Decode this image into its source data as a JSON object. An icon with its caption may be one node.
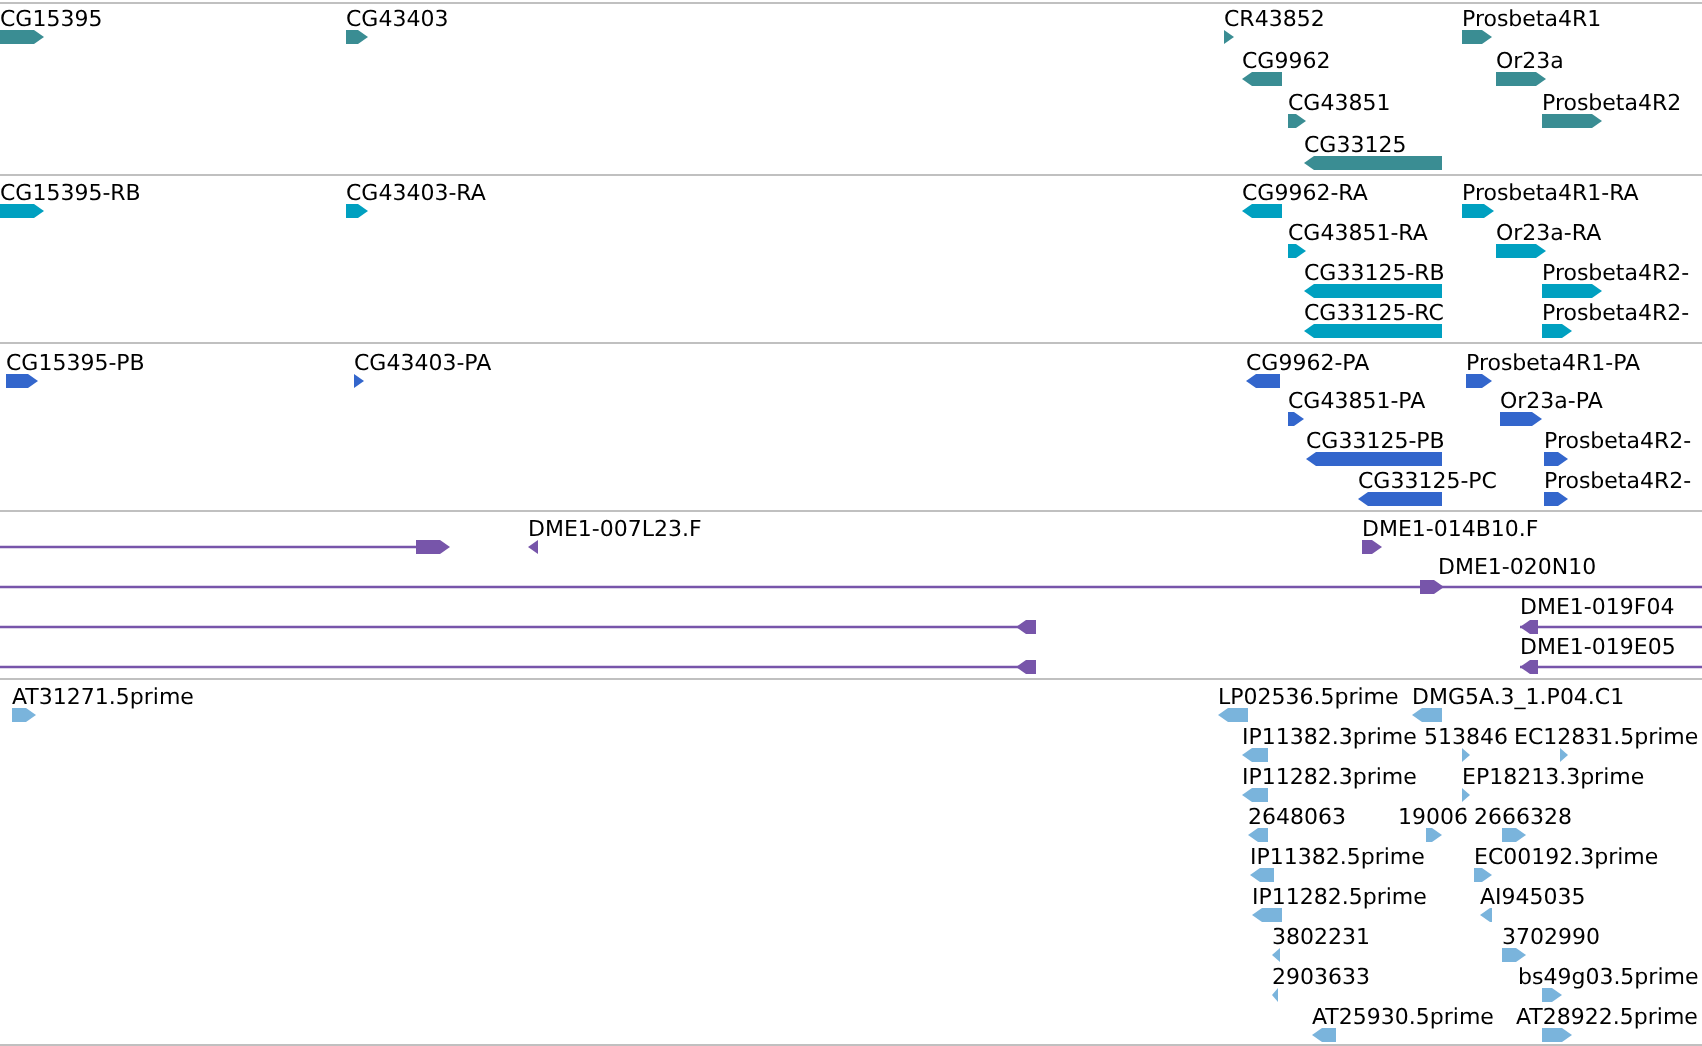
{
  "diagram": {
    "labels": [
      "CG15395",
      "CG43403",
      "CR43852",
      "Prosbeta4R1",
      "CG9962",
      "Or23a",
      "CG43851",
      "Prosbeta4R2",
      "CG33125",
      "CG15395-RB",
      "CG43403-RA",
      "CG9962-RA",
      "Prosbeta4R1-RA",
      "CG43851-RA",
      "Or23a-RA",
      "CG33125-RB",
      "Prosbeta4R2-",
      "CG33125-RC",
      "Prosbeta4R2-",
      "CG15395-PB",
      "CG43403-PA",
      "CG9962-PA",
      "Prosbeta4R1-PA",
      "CG43851-PA",
      "Or23a-PA",
      "CG33125-PB",
      "Prosbeta4R2-",
      "CG33125-PC",
      "Prosbeta4R2-",
      "DME1-007L23.F",
      "DME1-014B10.F",
      "DME1-020N10",
      "DME1-019F04",
      "DME1-019E05",
      "AT31271.5prime",
      "LP02536.5prime",
      "DMG5A.3_1.P04.C1",
      "IP11382.3prime",
      "513846",
      "EC12831.5prime",
      "IP11282.3prime",
      "EP18213.3prime",
      "2648063",
      "19006",
      "2666328",
      "IP11382.5prime",
      "EC00192.3prime",
      "IP11282.5prime",
      "AI945035",
      "3802231",
      "3702990",
      "2903633",
      "bs49g03.5prime",
      "AT25930.5prime",
      "AT28922.5prime"
    ]
  }
}
